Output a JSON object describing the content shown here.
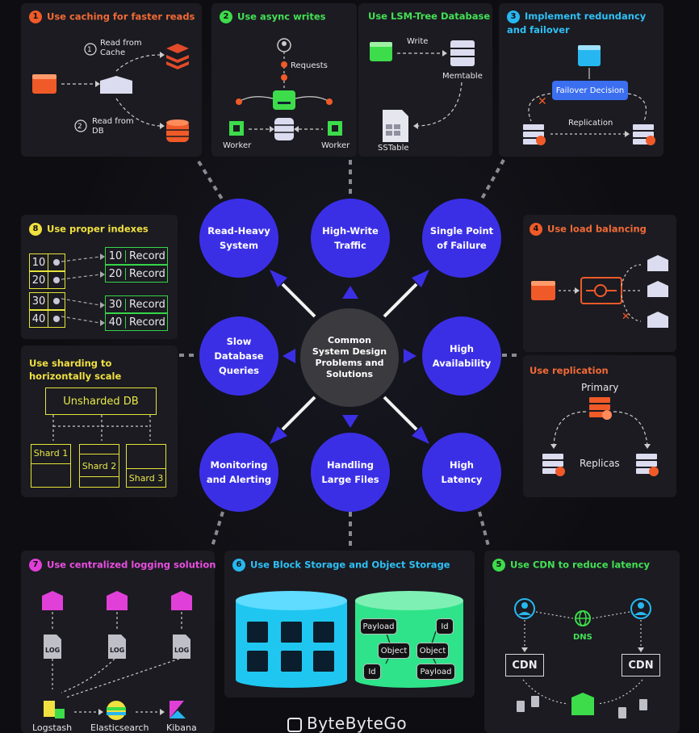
{
  "colors": {
    "orange": "#f05a28",
    "green": "#3ddc4b",
    "cyan": "#27b7f0",
    "yellow": "#f0e040",
    "magenta": "#e040d8",
    "blue_circle": "#3b2fe6",
    "blue_ui": "#3b6ff0"
  },
  "panels": {
    "caching": {
      "number": "1",
      "title": "Use caching for faster reads",
      "step1_num": "1",
      "step1": "Read from Cache",
      "step2_num": "2",
      "step2": "Read from DB"
    },
    "async": {
      "number": "2",
      "title": "Use async writes",
      "requests": "Requests",
      "worker_left": "Worker",
      "worker_right": "Worker"
    },
    "lsm": {
      "title": "Use LSM-Tree Database",
      "write": "Write",
      "memtable": "Memtable",
      "sstable": "SSTable"
    },
    "redundancy": {
      "number": "3",
      "title": "Implement redundancy and failover",
      "decision": "Failover Decision",
      "replication": "Replication"
    },
    "indexes": {
      "number": "8",
      "title": "Use proper indexes",
      "rows": [
        {
          "key": "10",
          "value": "10",
          "record": "Record"
        },
        {
          "key": "20",
          "value": "20",
          "record": "Record"
        },
        {
          "key": "30",
          "value": "30",
          "record": "Record"
        },
        {
          "key": "40",
          "value": "40",
          "record": "Record"
        }
      ]
    },
    "sharding": {
      "title": "Use sharding to horizontally scale",
      "unsharded": "Unsharded DB",
      "shard1": "Shard 1",
      "shard2": "Shard 2",
      "shard3": "Shard 3"
    },
    "load_balancing": {
      "number": "4",
      "title": "Use load balancing"
    },
    "replication": {
      "title": "Use replication",
      "primary": "Primary",
      "replicas": "Replicas"
    },
    "logging": {
      "number": "7",
      "title": "Use centralized logging solution",
      "log": "LOG",
      "logstash": "Logstash",
      "elasticsearch": "Elasticsearch",
      "kibana": "Kibana"
    },
    "storage": {
      "number": "6",
      "title": "Use Block Storage and Object Storage",
      "pills": [
        "Payload",
        "Id",
        "Object",
        "Object",
        "Id",
        "Payload"
      ]
    },
    "cdn": {
      "number": "5",
      "title": "Use CDN to reduce latency",
      "dns": "DNS",
      "cdn": "CDN"
    }
  },
  "hub": {
    "center": "Common System Design Problems and Solutions",
    "read_heavy": "Read-Heavy System",
    "high_write": "High-Write Traffic",
    "spof": "Single Point of Failure",
    "slow_db": "Slow Database Queries",
    "high_availability": "High Availability",
    "monitoring": "Monitoring and Alerting",
    "large_files": "Handling Large Files",
    "high_latency": "High Latency"
  },
  "brand": "ByteByteGo"
}
